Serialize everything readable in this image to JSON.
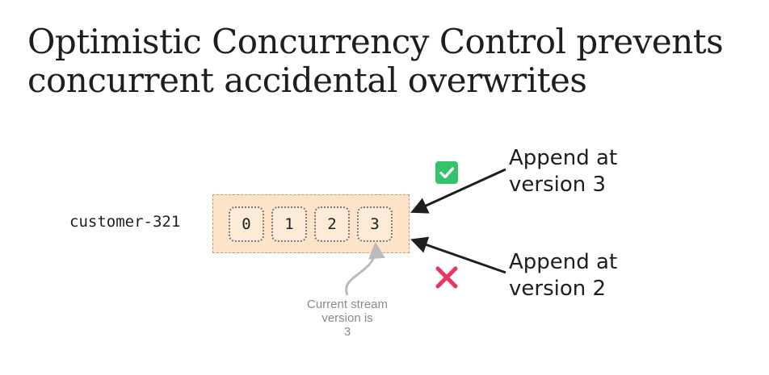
{
  "title": {
    "line1": "Optimistic Concurrency Control prevents",
    "line2": "concurrent accidental overwrites"
  },
  "stream": {
    "name": "customer-321",
    "events": [
      "0",
      "1",
      "2",
      "3"
    ]
  },
  "annotations": {
    "success": {
      "line1": "Append at",
      "line2": "version 3",
      "icon": "check-icon",
      "color": "#34c36b"
    },
    "failure": {
      "line1": "Append at",
      "line2": "version 2",
      "icon": "cross-icon",
      "color": "#e8375f"
    }
  },
  "note": {
    "line1": "Current stream",
    "line2": "version is",
    "line3": "3"
  }
}
